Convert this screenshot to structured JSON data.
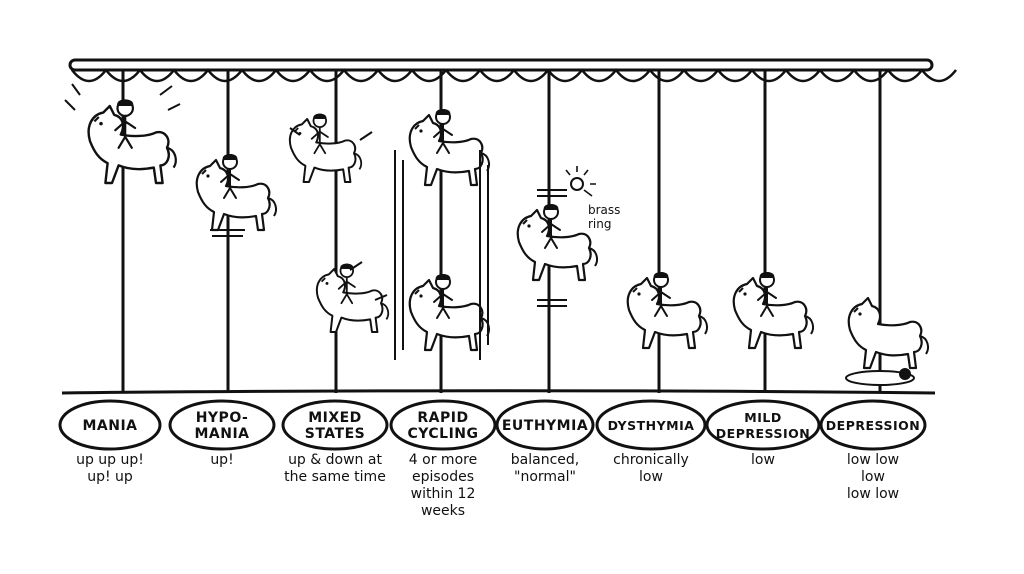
{
  "annotation": {
    "line1": "brass",
    "line2": "ring"
  },
  "states": [
    {
      "id": "mania",
      "label_lines": [
        "MANIA"
      ],
      "description_lines": [
        "up up up!",
        "up! up"
      ]
    },
    {
      "id": "hypomania",
      "label_lines": [
        "HYPO-",
        "MANIA"
      ],
      "description_lines": [
        "up!"
      ]
    },
    {
      "id": "mixed-states",
      "label_lines": [
        "MIXED",
        "STATES"
      ],
      "description_lines": [
        "up & down at",
        "the same time"
      ]
    },
    {
      "id": "rapid-cycling",
      "label_lines": [
        "RAPID",
        "CYCLING"
      ],
      "description_lines": [
        "4 or more",
        "episodes",
        "within 12",
        "weeks"
      ]
    },
    {
      "id": "euthymia",
      "label_lines": [
        "EUTHYMIA"
      ],
      "description_lines": [
        "balanced,",
        "\"normal\""
      ]
    },
    {
      "id": "dysthymia",
      "label_lines": [
        "DYSTHYMIA"
      ],
      "description_lines": [
        "chronically",
        "low"
      ]
    },
    {
      "id": "mild-depression",
      "label_lines": [
        "MILD",
        "DEPRESSION"
      ],
      "description_lines": [
        "low"
      ]
    },
    {
      "id": "depression",
      "label_lines": [
        "DEPRESSION"
      ],
      "description_lines": [
        "low low",
        "low",
        "low low"
      ]
    }
  ]
}
